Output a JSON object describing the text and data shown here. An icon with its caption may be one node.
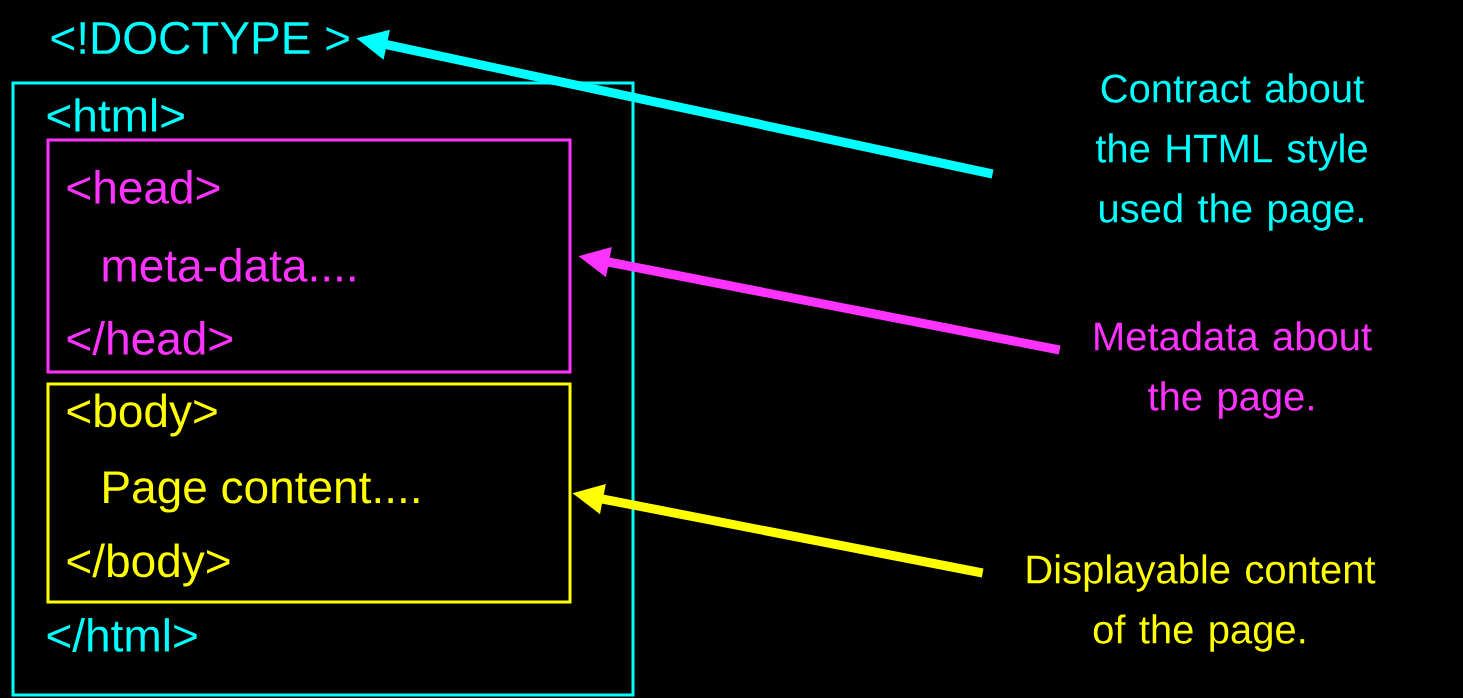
{
  "diagram": {
    "nodes": [
      {
        "text": [
          "<!DOCTYPE >"
        ]
      },
      {
        "text": [
          "<html>",
          "</html>"
        ]
      },
      {
        "text": [
          "<head>",
          "meta-data....",
          "</head>"
        ],
        "in": 1
      },
      {
        "text": [
          "<body>",
          "Page content....",
          "</body>"
        ],
        "in": 1
      },
      {
        "text": [
          "Contract about the HTML style used the page."
        ]
      },
      {
        "text": [
          "Metadata about the page."
        ]
      },
      {
        "text": [
          "Displayable content of the page."
        ]
      }
    ],
    "edges": [
      {
        "from": 4,
        "to": 0,
        "arrow": "to",
        "color": "#00ffff"
      },
      {
        "from": 5,
        "to": 2,
        "arrow": "to",
        "color": "#ff33ff"
      },
      {
        "from": 6,
        "to": 3,
        "arrow": "to",
        "color": "#ffff00"
      }
    ]
  }
}
